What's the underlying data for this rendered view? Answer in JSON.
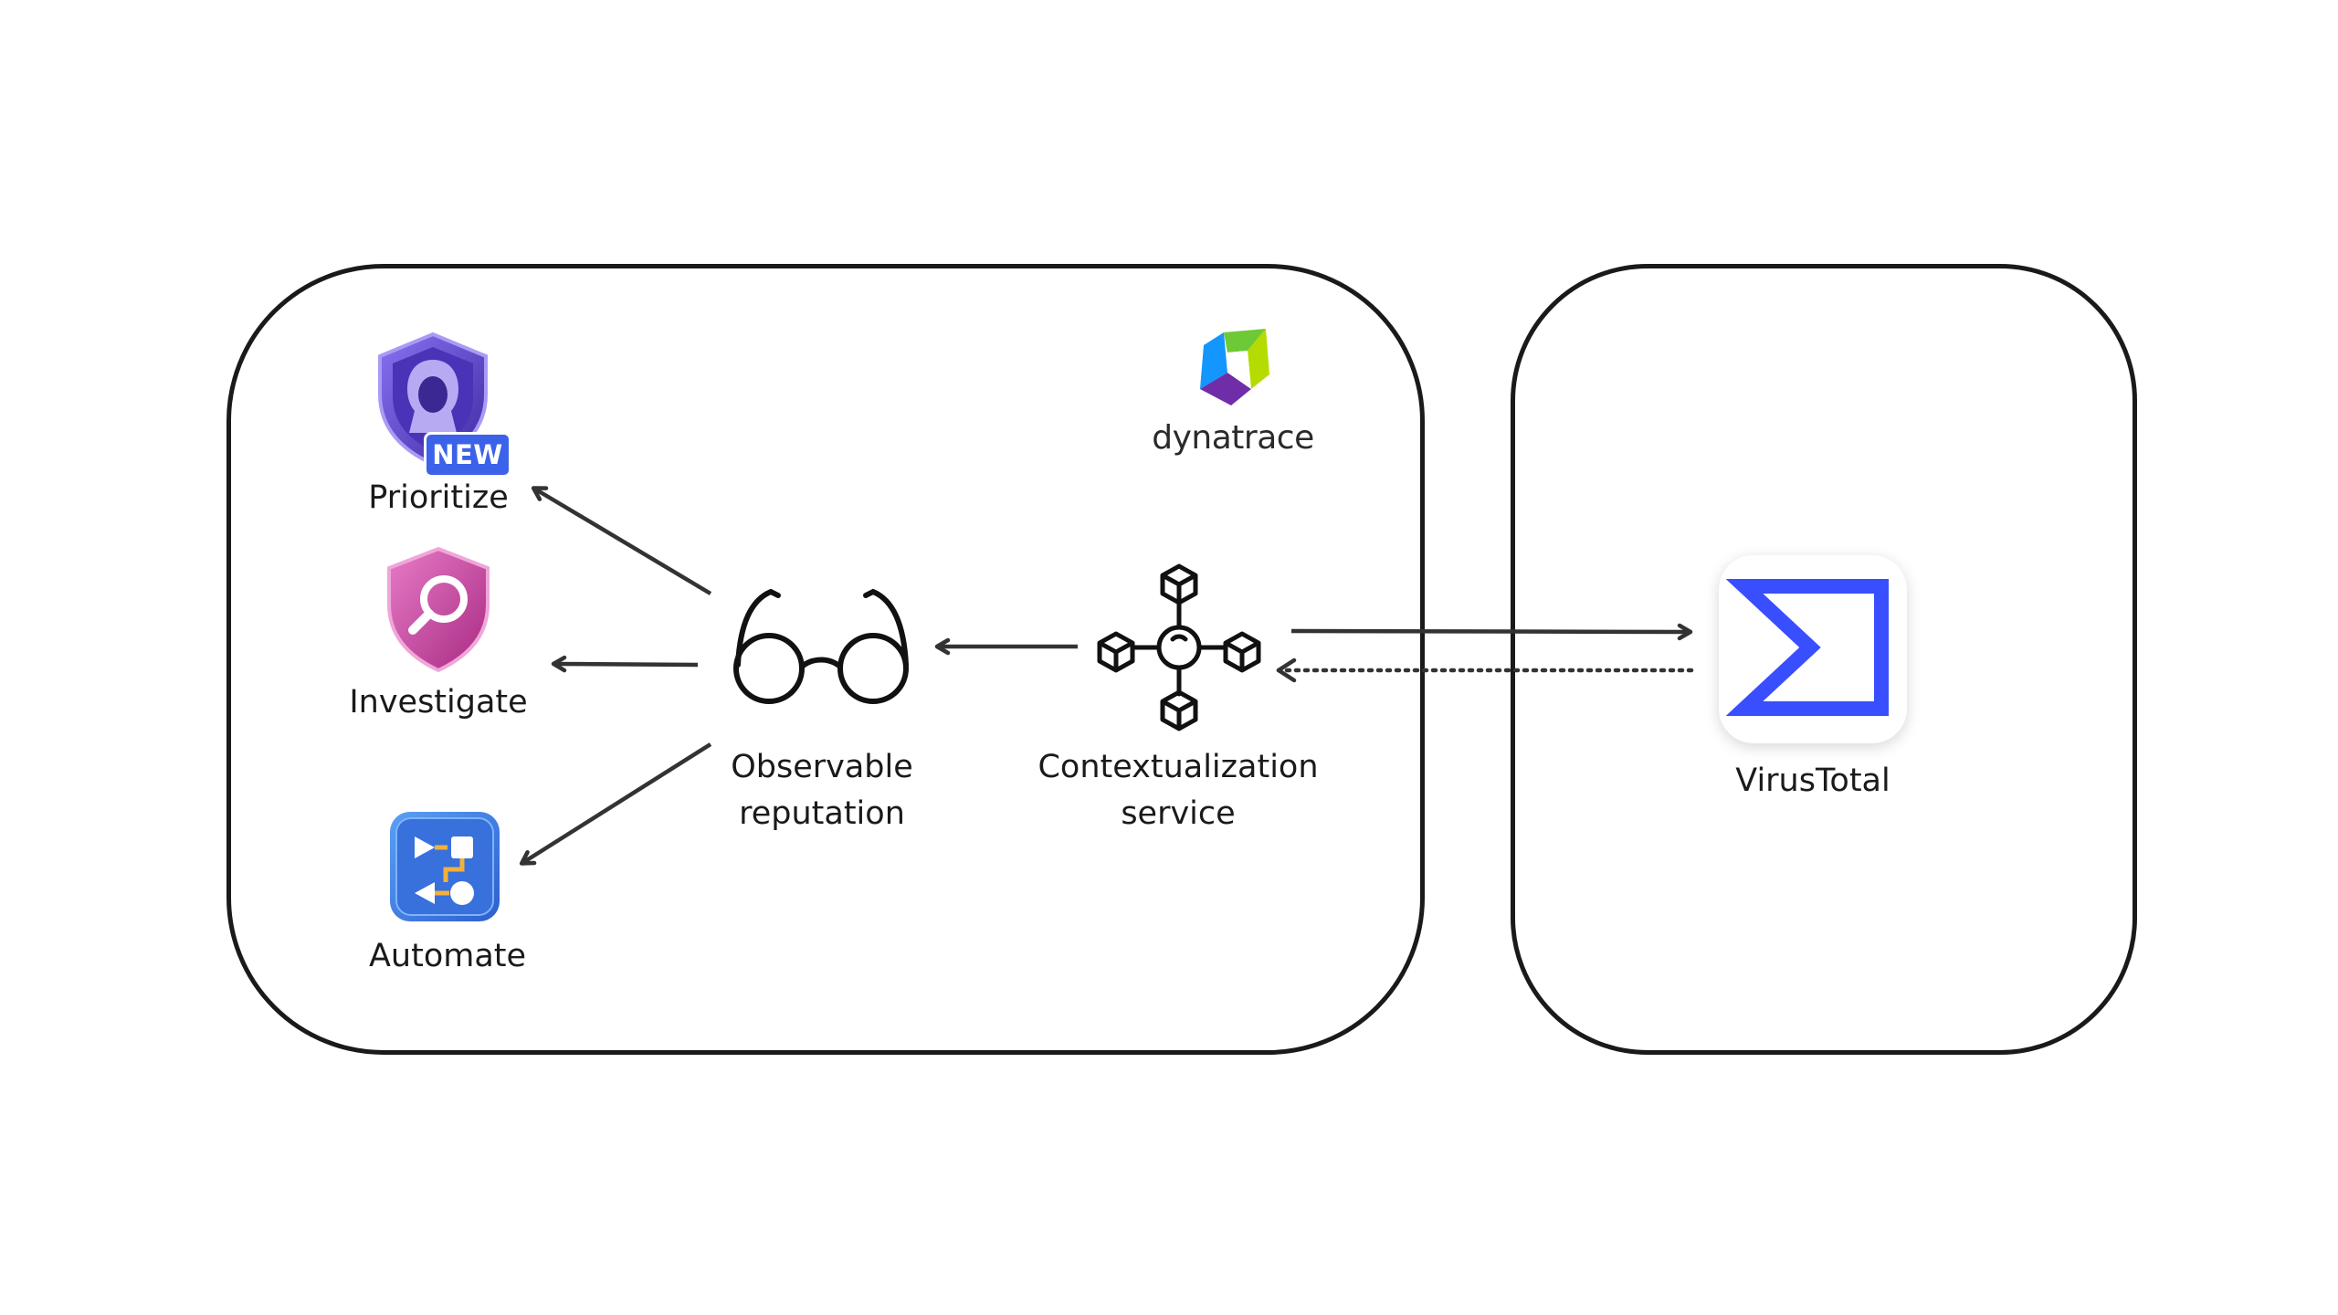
{
  "nodes": {
    "prioritize": {
      "label": "Prioritize",
      "badge": "NEW"
    },
    "investigate": {
      "label": "Investigate"
    },
    "automate": {
      "label": "Automate"
    },
    "observable_reputation": {
      "line1": "Observable",
      "line2": "reputation"
    },
    "contextualization_service": {
      "line1": "Contextualization",
      "line2": "service"
    },
    "dynatrace": {
      "logo_text": "dynatrace"
    },
    "virustotal": {
      "label": "VirusTotal"
    }
  },
  "colors": {
    "box_stroke": "#1a1a1a",
    "virustotal_blue": "#394eff",
    "new_badge": "#3b62e8",
    "investigate_pink": "#c03a9a",
    "prioritize_purple": "#5b3fc4",
    "automate_blue": "#3f7be0"
  },
  "icons": {
    "prioritize": "hooded-figure-shield-icon",
    "investigate": "magnifier-shield-icon",
    "automate": "workflow-icon",
    "observable_reputation": "glasses-icon",
    "contextualization_service": "hub-cubes-icon",
    "dynatrace": "dynatrace-logo",
    "virustotal": "virustotal-logo"
  }
}
